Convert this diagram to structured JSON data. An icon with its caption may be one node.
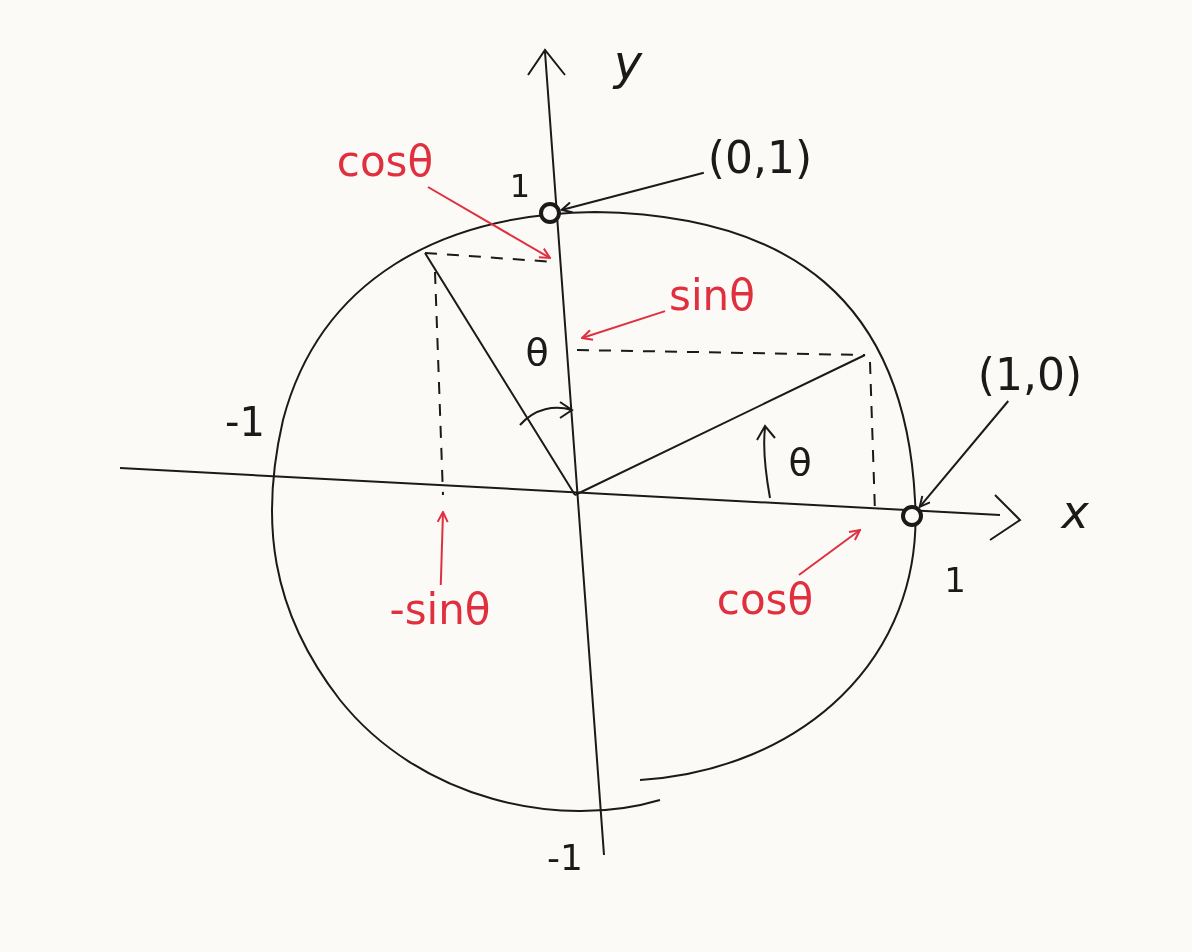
{
  "diagram": {
    "nodes": [
      {
        "text": [
          "(0,1)"
        ]
      },
      {
        "text": [],
        "shape": "circle"
      },
      {
        "text": [
          "(1,0)"
        ]
      },
      {
        "text": [],
        "shape": "circle"
      },
      {
        "text": [
          "cosθ"
        ]
      },
      {
        "text": [
          "sinθ"
        ]
      },
      {
        "text": [
          "-sinθ"
        ]
      },
      {
        "text": [
          "cosθ"
        ]
      }
    ],
    "edges": [
      {
        "from": 0,
        "to": 1,
        "arrow": "to",
        "color": "#1a1a1a"
      },
      {
        "from": 2,
        "to": 3,
        "arrow": "to",
        "color": "#1a1a1a"
      },
      {
        "from": 4,
        "to": null,
        "arrow": "to",
        "color": "#e0303f"
      },
      {
        "from": 5,
        "to": null,
        "arrow": "to",
        "color": "#e0303f"
      },
      {
        "from": 6,
        "to": null,
        "arrow": "to",
        "color": "#e0303f"
      },
      {
        "from": 7,
        "to": null,
        "arrow": "to",
        "color": "#e0303f"
      }
    ],
    "labels": [
      "y",
      "1",
      "-1",
      "θ",
      "θ",
      "x",
      "1",
      "-1"
    ]
  }
}
